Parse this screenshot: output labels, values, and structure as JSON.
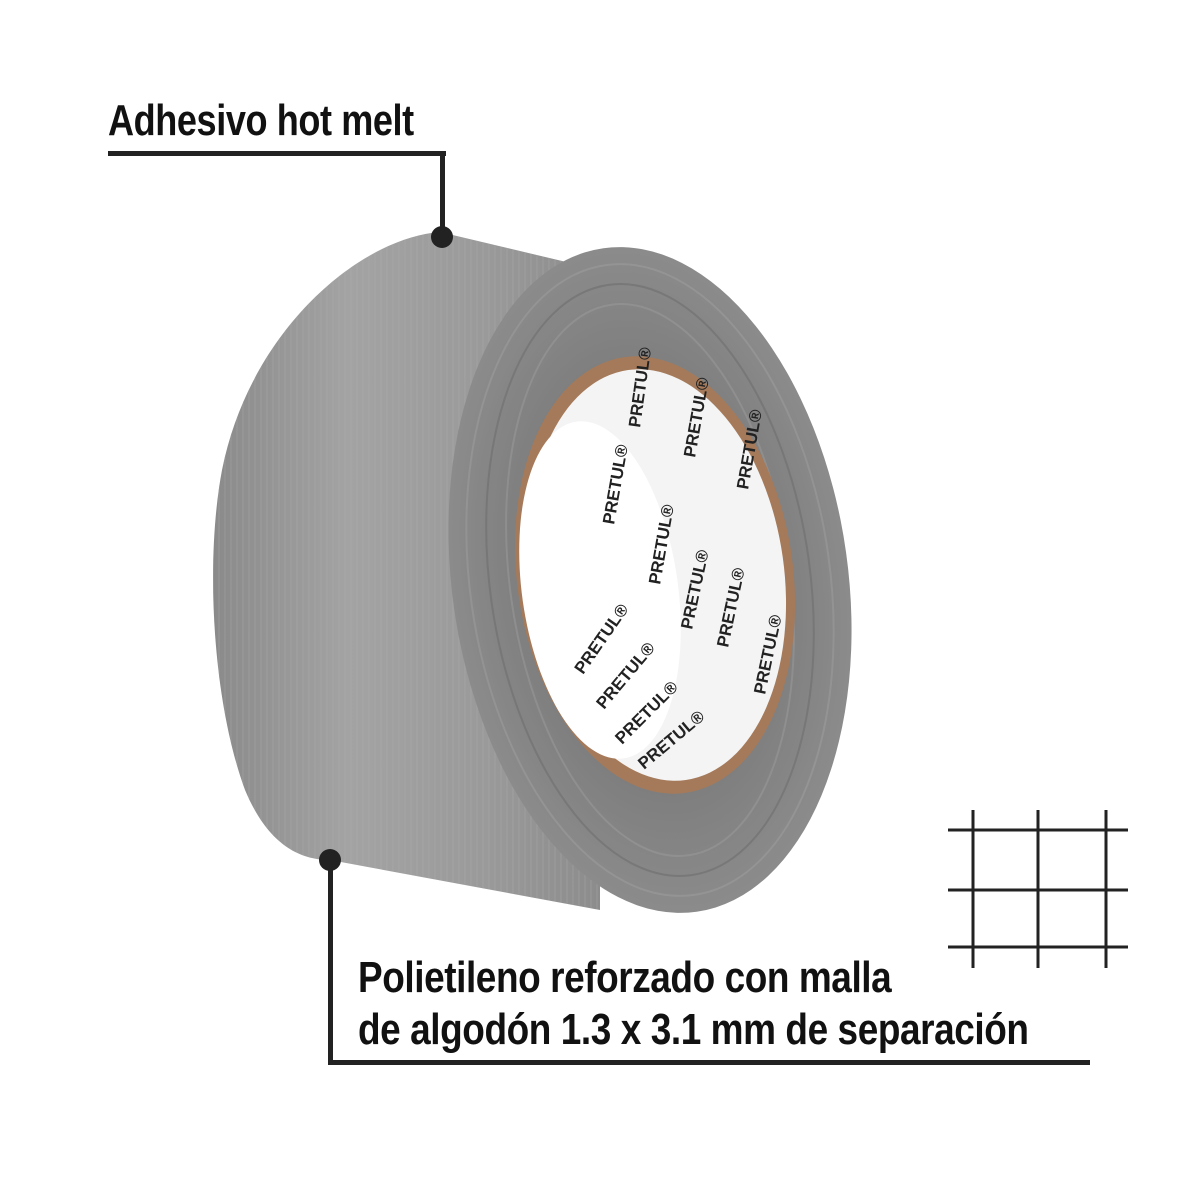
{
  "callouts": {
    "top": {
      "text": "Adhesivo hot melt"
    },
    "bottom": {
      "line1": "Polietileno reforzado con malla",
      "line2": "de algodón 1.3 x 3.1 mm de separación"
    }
  },
  "product": {
    "type": "duct tape roll",
    "core_brand_text": "PRETUL®",
    "colors": {
      "tape": "#8e8e8e",
      "tape_edge": "#6f6f6f",
      "core_cardboard": "#a57a5a",
      "core_inner": "#f4f4f4",
      "line": "#222222"
    }
  },
  "icons": {
    "mesh": "mesh-grid-icon"
  }
}
